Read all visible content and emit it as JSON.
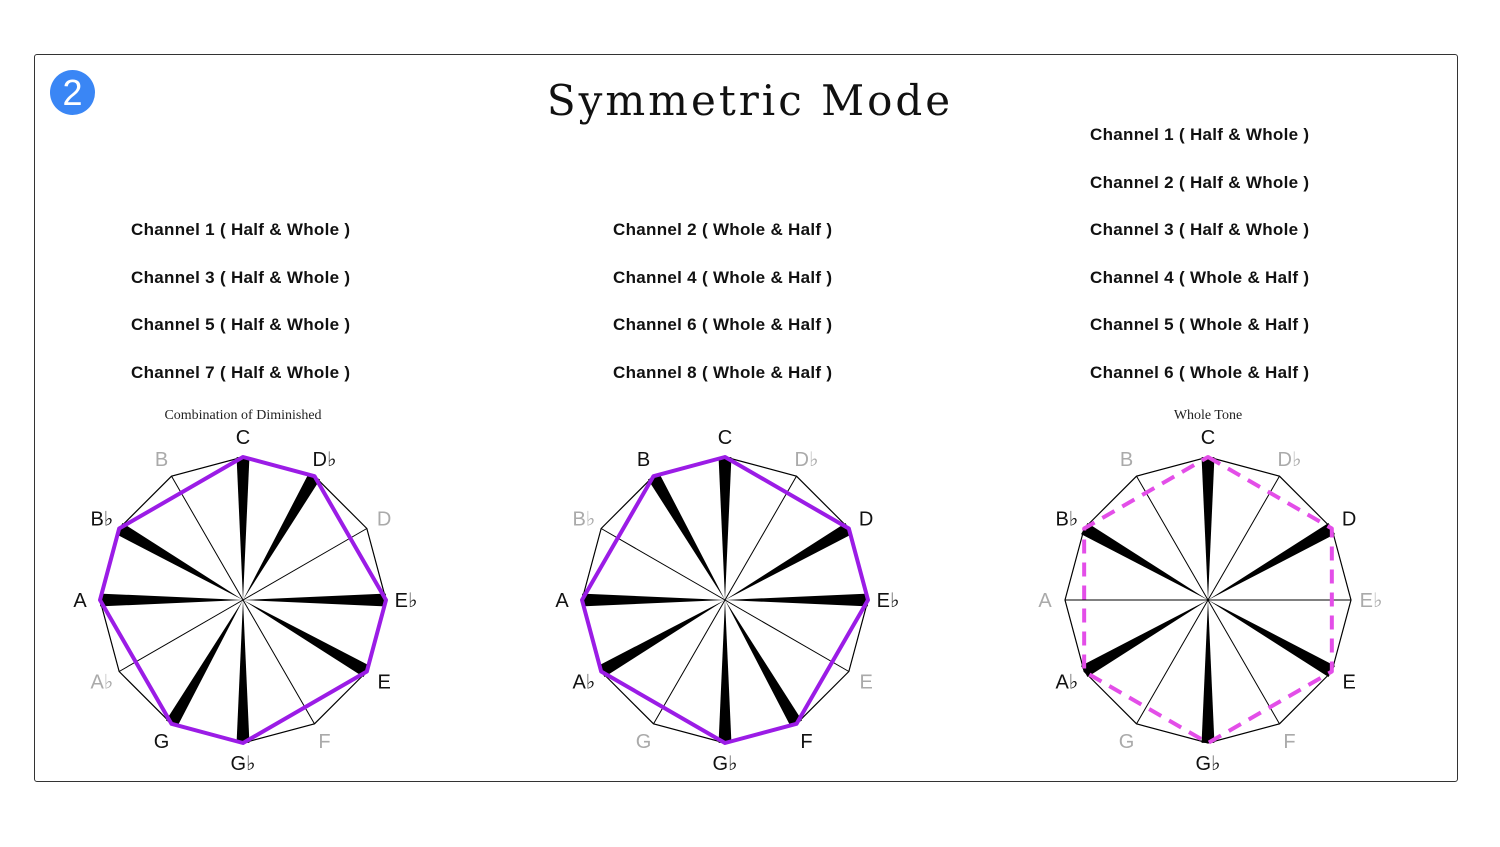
{
  "badge": "2",
  "title": "Symmetric Mode",
  "columns": [
    {
      "channels": [
        "Channel 1 ( Half & Whole )",
        "Channel 3 ( Half & Whole )",
        "Channel 5 ( Half & Whole )",
        "Channel 7 ( Half & Whole )"
      ],
      "caption": "Combination of Diminished"
    },
    {
      "channels": [
        "Channel 2 ( Whole & Half )",
        "Channel 4 ( Whole & Half )",
        "Channel 6 ( Whole & Half )",
        "Channel 8 ( Whole & Half )"
      ],
      "caption": ""
    },
    {
      "channels": [
        "Channel 1 ( Half & Whole )",
        "Channel 2 ( Half & Whole )",
        "Channel 3 ( Half & Whole )",
        "Channel 4 ( Whole & Half )",
        "Channel 5 ( Whole & Half )",
        "Channel 6 ( Whole & Half )"
      ],
      "caption": "Whole Tone"
    }
  ],
  "notes": [
    "C",
    "D♭",
    "D",
    "E♭",
    "E",
    "F",
    "G♭",
    "G",
    "A♭",
    "A",
    "B♭",
    "B"
  ],
  "wheels": [
    {
      "active": [
        0,
        1,
        3,
        4,
        6,
        7,
        9,
        10
      ],
      "outline": "solid",
      "outline_color": "#9b1ce6"
    },
    {
      "active": [
        0,
        2,
        3,
        5,
        6,
        8,
        9,
        11
      ],
      "outline": "solid",
      "outline_color": "#9b1ce6"
    },
    {
      "active": [
        0,
        2,
        4,
        6,
        8,
        10
      ],
      "outline": "dashed",
      "outline_color": "#e34ee8"
    }
  ],
  "colors": {
    "active_label": "#111111",
    "inactive_label": "#aaaaaa",
    "spoke": "#000000"
  }
}
